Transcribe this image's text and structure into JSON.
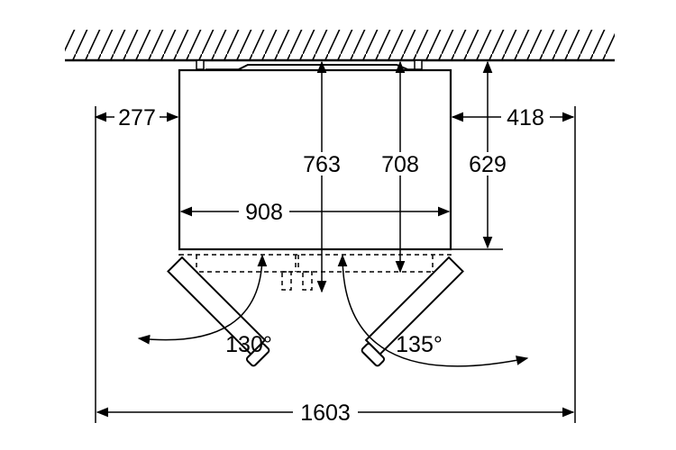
{
  "dimensions": {
    "left_clearance": "277",
    "right_clearance": "418",
    "depth_total": "763",
    "depth_body": "708",
    "depth_cabinet": "629",
    "width": "908",
    "overall_width": "1603",
    "left_door_angle": "130°",
    "right_door_angle": "135°"
  }
}
